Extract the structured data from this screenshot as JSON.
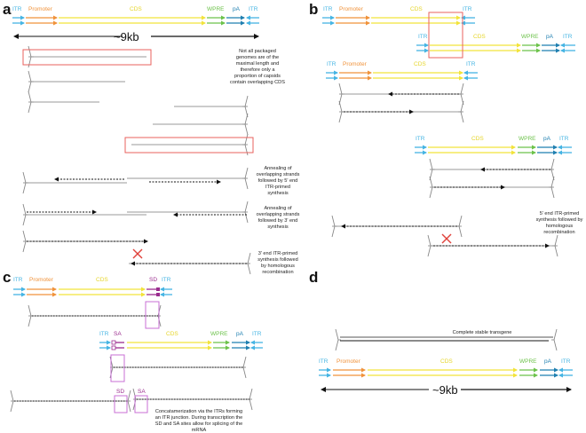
{
  "figure": {
    "colors": {
      "ITR": "#45b4e3",
      "Promoter": "#f0923a",
      "CDS": "#f2e33a",
      "WPRE": "#6cc24a",
      "pA": "#1f7fb0",
      "SD": "#9b2d8f",
      "SA": "#9b2d8f",
      "highlight_red": "#e8615e",
      "highlight_purple": "#c86fd6",
      "cross": "#e0413b",
      "strand": "#9a9a9a",
      "synth": "#111111"
    },
    "panels": {
      "a": {
        "letter": "a",
        "labels": {
          "itr_left": "ITR",
          "promoter": "Promoter",
          "cds": "CDS",
          "wpre": "WPRE",
          "pa": "pA",
          "itr_right": "ITR"
        },
        "size_label": "~9kb",
        "notes": [
          "Not all packaged genomes are of the maximal length and therefore only a proportion of capsids contain overlapping CDS",
          "Annealing of overlapping strands followed by 5' end ITR-primed synthesis",
          "Annealing of overlapping strands followed by 3' end synthesis",
          "3' end ITR-primed synthesis followed by homologous recombination"
        ]
      },
      "b": {
        "letter": "b",
        "labels": {
          "top_itr_left": "ITR",
          "top_promoter": "Promoter",
          "top_cds": "CDS",
          "top_itr_right": "ITR",
          "mid_itr_left": "ITR",
          "mid_cds": "CDS",
          "mid_wpre": "WPRE",
          "mid_pa": "pA",
          "mid_itr_right": "ITR",
          "low_itr_left": "ITR",
          "low_promoter": "Promoter",
          "low_cds": "CDS",
          "low_itr_right": "ITR",
          "r_itr_left": "ITR",
          "r_cds": "CDS",
          "r_wpre": "WPRE",
          "r_pa": "pA",
          "r_itr_right": "ITR"
        },
        "note": "5' end ITR-primed synthesis followed by homologous recombination"
      },
      "c": {
        "letter": "c",
        "labels": {
          "top_itr_left": "ITR",
          "top_promoter": "Promoter",
          "top_cds": "CDS",
          "top_sd": "SD",
          "top_itr_right": "ITR",
          "mid_itr_left": "ITR",
          "mid_sa": "SA",
          "mid_cds": "CDS",
          "mid_wpre": "WPRE",
          "mid_pa": "pA",
          "mid_itr_right": "ITR",
          "junction_sd": "SD",
          "junction_sa": "SA"
        },
        "note": "Concatamerization via the ITRs forming an ITR junction. During transcription the SD and SA sites allow for splicing of the mRNA"
      },
      "d": {
        "letter": "d",
        "transgene_label": "Complete stable transgene",
        "labels": {
          "itr_left": "ITR",
          "promoter": "Promoter",
          "cds": "CDS",
          "wpre": "WPRE",
          "pa": "pA",
          "itr_right": "ITR"
        },
        "size_label": "~9kb"
      }
    }
  }
}
